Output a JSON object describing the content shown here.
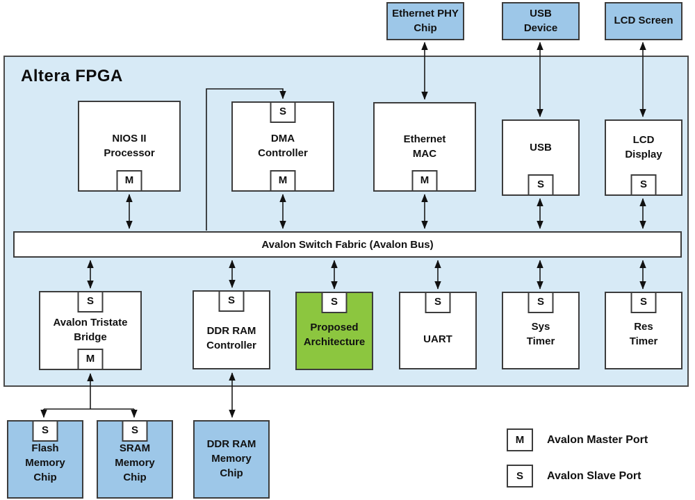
{
  "diagram": {
    "fpga_label": "Altera FPGA",
    "bus_label": "Avalon Switch Fabric (Avalon Bus)"
  },
  "external_top": [
    {
      "label": "Ethernet PHY\nChip"
    },
    {
      "label": "USB\nDevice"
    },
    {
      "label": "LCD Screen"
    }
  ],
  "row1": [
    {
      "label": "NIOS II\nProcessor",
      "port_bottom": "M"
    },
    {
      "label": "DMA\nController",
      "port_top": "S",
      "port_bottom": "M"
    },
    {
      "label": "Ethernet\nMAC",
      "port_bottom": "M"
    },
    {
      "label": "USB",
      "port_bottom": "S"
    },
    {
      "label": "LCD\nDisplay",
      "port_bottom": "S"
    }
  ],
  "row2": [
    {
      "label": "Avalon Tristate\nBridge",
      "port_top": "S",
      "port_bottom": "M"
    },
    {
      "label": "DDR RAM\nController",
      "port_top": "S"
    },
    {
      "label": "Proposed\nArchitecture",
      "port_top": "S",
      "highlight": true
    },
    {
      "label": "UART",
      "port_top": "S"
    },
    {
      "label": "Sys\nTimer",
      "port_top": "S"
    },
    {
      "label": "Res\nTimer",
      "port_top": "S"
    }
  ],
  "external_bottom": [
    {
      "label": "Flash\nMemory\nChip",
      "port_top": "S"
    },
    {
      "label": "SRAM\nMemory\nChip",
      "port_top": "S"
    },
    {
      "label": "DDR RAM\nMemory\nChip"
    }
  ],
  "legend": [
    {
      "symbol": "M",
      "label": "Avalon Master Port"
    },
    {
      "symbol": "S",
      "label": "Avalon Slave Port"
    }
  ],
  "colors": {
    "fpga_background": "#d7eaf6",
    "external_chip_blue": "#9dc7e8",
    "proposed_highlight_green": "#8cc63f",
    "node_white": "#ffffff",
    "line_and_border": "#3c3c3c"
  }
}
